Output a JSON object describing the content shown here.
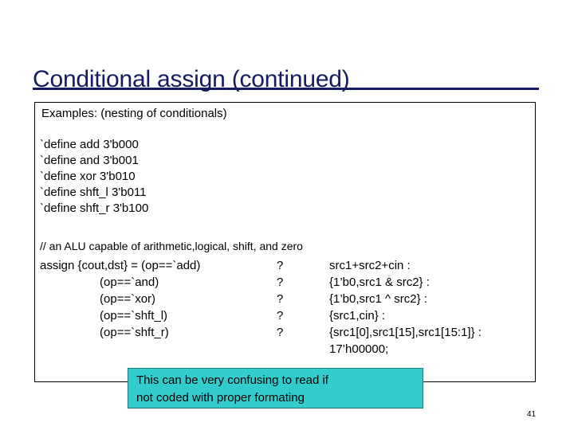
{
  "slide": {
    "title": "Conditional assign (continued)",
    "page_number": "41",
    "title_color": "#151B62",
    "rule_color": "#151B62",
    "callout_color": "#33CCCC"
  },
  "code_box": {
    "heading": "Examples: (nesting of conditionals)",
    "defines": [
      "`define add 3'b000",
      "`define and 3'b001",
      "`define xor 3'b010",
      "`define shft_l 3'b011",
      "`define shft_r 3'b100"
    ],
    "comment": "// an ALU capable of arithmetic,logical, shift, and zero",
    "assign_rows": [
      {
        "condition": "assign {cout,dst} = (op==`add)",
        "question": "?",
        "expression": "src1+src2+cin :"
      },
      {
        "condition": "                  (op==`and)",
        "question": "?",
        "expression": "{1’b0,src1 & src2} :"
      },
      {
        "condition": "                  (op==`xor)",
        "question": "?",
        "expression": "{1’b0,src1 ^ src2} :"
      },
      {
        "condition": "                  (op==`shft_l)",
        "question": "?",
        "expression": "{src1,cin} :"
      },
      {
        "condition": "                  (op==`shft_r)",
        "question": "?",
        "expression": "{src1[0],src1[15],src1[15:1]} :"
      },
      {
        "condition": "",
        "question": "",
        "expression": "17’h00000;"
      }
    ]
  },
  "callout": {
    "line1": "This can be very confusing to read if",
    "line2": "not coded with proper formating"
  }
}
